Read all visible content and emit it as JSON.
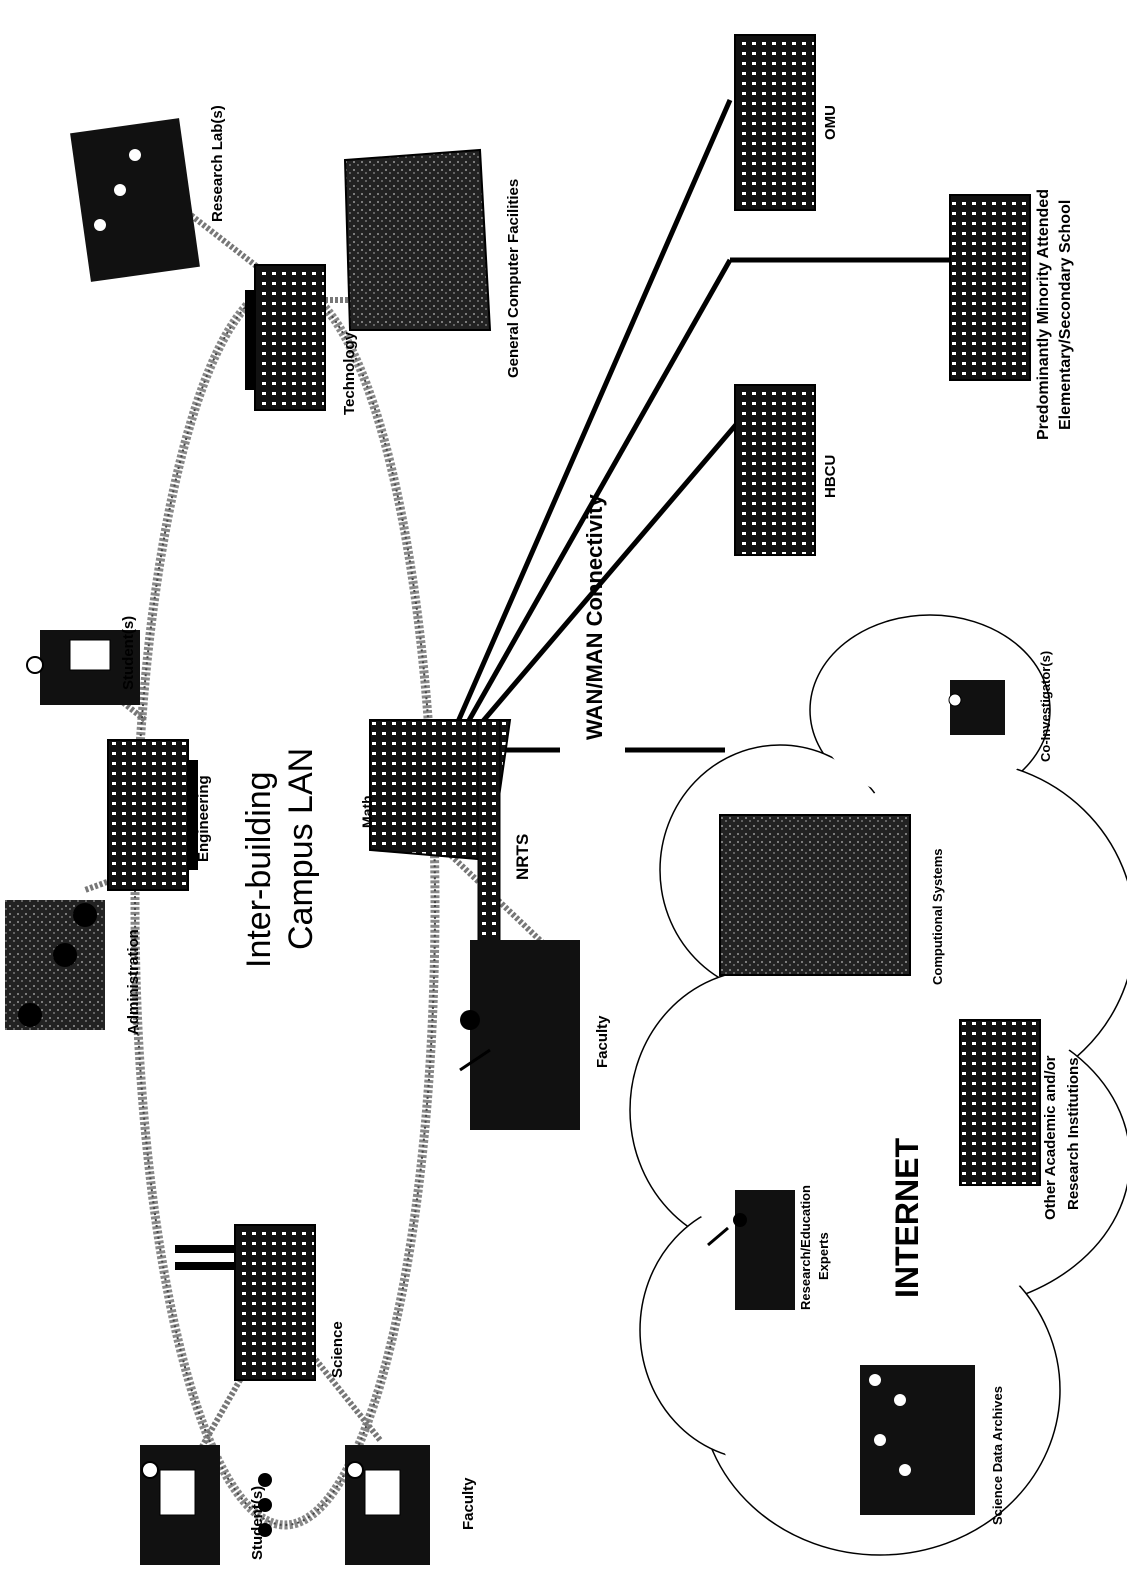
{
  "title_lines": [
    "Inter-building",
    "Campus LAN"
  ],
  "wan_label": "WAN/MAN Connectivity",
  "internet_label": "INTERNET",
  "campus": {
    "administration": "Administration",
    "engineering": "Engineering",
    "students_top": "Student(s)",
    "research_labs": "Research Lab(s)",
    "technology": "Technology",
    "general_computer": "General Computer Facilities",
    "math": "Math",
    "nrts": "NRTS",
    "faculty_center": "Faculty",
    "science": "Science",
    "students_bottom": "Student(s)",
    "faculty_bottom": "Faculty"
  },
  "wan": {
    "omu": "OMU",
    "minority_school": [
      "Predominantly Minority Attended",
      "Elementary/Secondary School"
    ],
    "hbcu": "HBCU"
  },
  "internet": {
    "co_investigators": "Co-Investigator(s)",
    "computational": "Computional Systems",
    "other_institutions": [
      "Other Academic and/or",
      "Research Institutions"
    ],
    "experts": [
      "Research/Education",
      "Experts"
    ],
    "archives": "Science Data Archives"
  }
}
